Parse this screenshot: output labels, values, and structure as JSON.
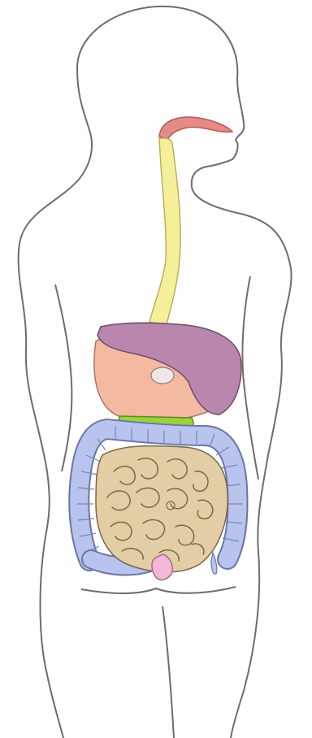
{
  "diagram": {
    "organs": [
      {
        "id": "mouth",
        "color": "#e58b86"
      },
      {
        "id": "esophagus",
        "color": "#f6ef9a"
      },
      {
        "id": "liver",
        "color": "#b986ad"
      },
      {
        "id": "stomach",
        "color": "#f3b9a1"
      },
      {
        "id": "gallbladder",
        "color": "#efe7e7"
      },
      {
        "id": "pancreas",
        "color": "#9ad13d"
      },
      {
        "id": "large-intestine",
        "color": "#b8c4ee"
      },
      {
        "id": "small-intestine",
        "color": "#e2cea5"
      },
      {
        "id": "rectum",
        "color": "#f2b6d6"
      }
    ],
    "outline_color": "#6d6d6d"
  }
}
